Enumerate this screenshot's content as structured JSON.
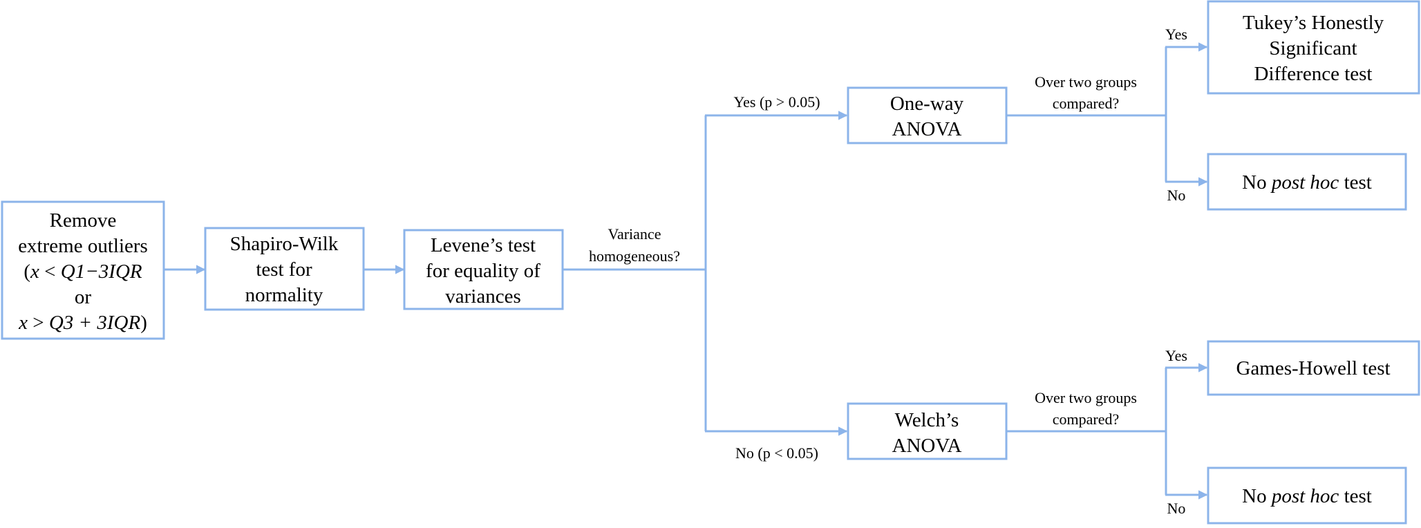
{
  "flowchart": {
    "nodes": {
      "remove_outliers": {
        "line1": "Remove",
        "line2": "extreme outliers",
        "line3_open": "(",
        "line3_x": "x",
        "line3_lt": " < ",
        "line3_expr": "Q1−3IQR",
        "line4": "or",
        "line5_x": "x",
        "line5_gt": " > ",
        "line5_expr": "Q3 + 3IQR",
        "line5_close": ")"
      },
      "shapiro_wilk": {
        "line1": "Shapiro-Wilk",
        "line2": "test for",
        "line3": "normality"
      },
      "levene": {
        "line1": "Levene’s test",
        "line2": "for equality of",
        "line3": "variances"
      },
      "one_way_anova": {
        "line1": "One-way",
        "line2": "ANOVA"
      },
      "welch_anova": {
        "line1": "Welch’s",
        "line2": "ANOVA"
      },
      "tukey_hsd": {
        "line1": "Tukey’s Honestly",
        "line2": "Significant",
        "line3": "Difference test"
      },
      "no_post_hoc_upper": {
        "pre": "No ",
        "em": "post hoc",
        "post": " test"
      },
      "games_howell": {
        "line1": "Games-Howell test"
      },
      "no_post_hoc_lower": {
        "pre": "No ",
        "em": "post hoc",
        "post": " test"
      }
    },
    "decisions": {
      "variance_question": {
        "line1": "Variance",
        "line2": "homogeneous?"
      },
      "over_two_upper": {
        "line1": "Over two groups",
        "line2": "compared?"
      },
      "over_two_lower": {
        "line1": "Over two groups",
        "line2": "compared?"
      }
    },
    "edge_labels": {
      "variance_yes": "Yes (p > 0.05)",
      "variance_no": "No (p < 0.05)",
      "upper_yes": "Yes",
      "upper_no": "No",
      "lower_yes": "Yes",
      "lower_no": "No"
    },
    "colors": {
      "stroke": "#8cb4ea",
      "text": "#000000",
      "background": "#ffffff"
    }
  }
}
